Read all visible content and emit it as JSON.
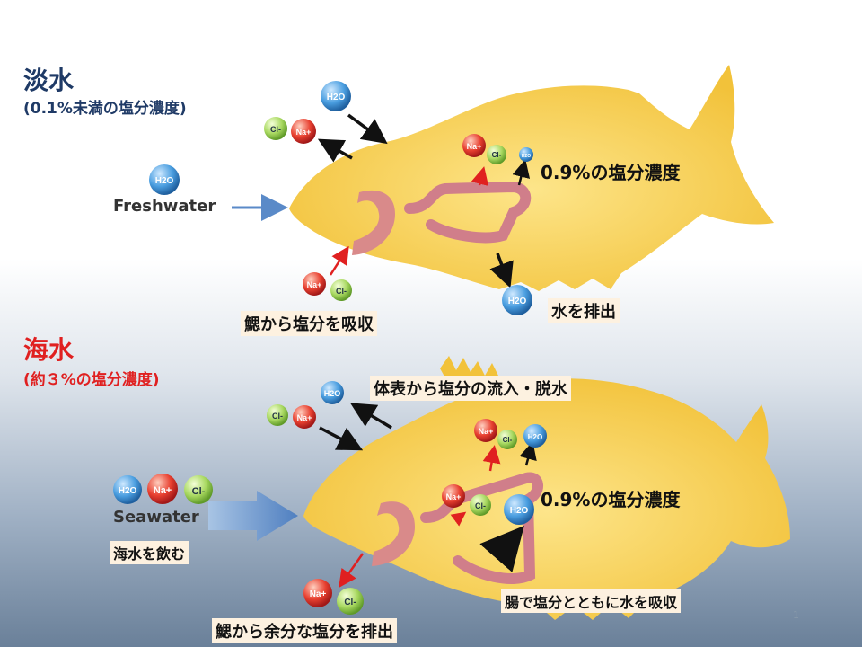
{
  "freshwater": {
    "heading": "淡水",
    "subheading": "(0.1%未満の塩分濃度)",
    "english": "Freshwater",
    "body_concentration": "0.9%の塩分濃度",
    "gill_absorb": "鰓から塩分を吸収",
    "water_excrete": "水を排出"
  },
  "seawater": {
    "heading": "海水",
    "subheading": "(約３%の塩分濃度)",
    "english": "Seawater",
    "body_concentration": "0.9%の塩分濃度",
    "surface_inflow": "体表から塩分の流入・脱水",
    "drink": "海水を飲む",
    "intestine_absorb": "腸で塩分とともに水を吸収",
    "gill_excrete": "鰓から余分な塩分を排出"
  },
  "molecules": {
    "water": "H2O",
    "sodium": "Na+",
    "chloride": "Cl-"
  },
  "colors": {
    "fish_body": "#f5cf4a",
    "organ": "#d88888",
    "water_ion": "#3a8fd0",
    "sodium_ion": "#e03030",
    "chloride_ion": "#9ad04a",
    "freshwater_heading": "#1f3a66",
    "seawater_heading": "#e02020",
    "label_box": "#fdf1e0"
  },
  "page_number": "1"
}
